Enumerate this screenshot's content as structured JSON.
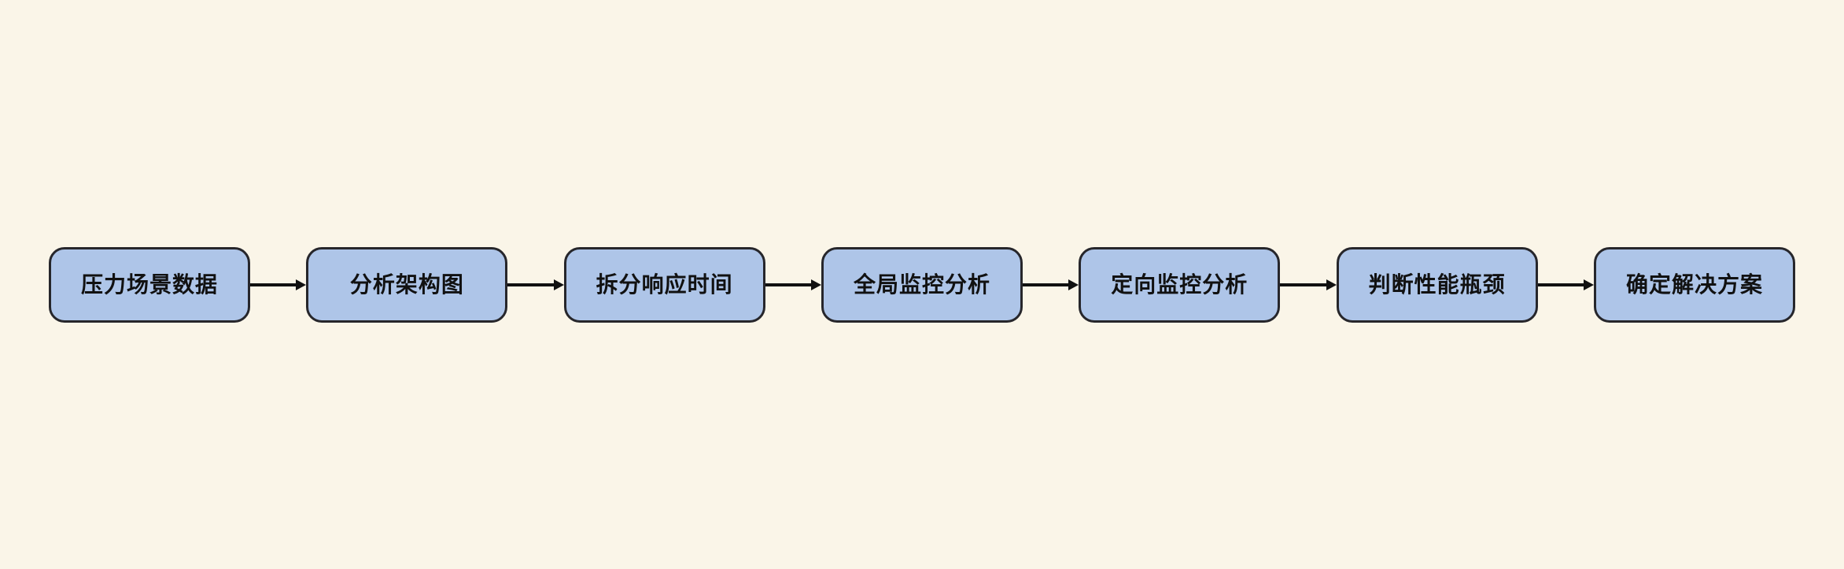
{
  "theme": {
    "background": "#faf5e8",
    "node-fill": "#aec5e8",
    "node-border": "#26262b",
    "arrow-color": "#111111",
    "text-color": "#111111"
  },
  "flow": {
    "type": "flowchart",
    "direction": "left-to-right",
    "nodes": [
      {
        "label": "压力场景数据"
      },
      {
        "label": "分析架构图"
      },
      {
        "label": "拆分响应时间"
      },
      {
        "label": "全局监控分析"
      },
      {
        "label": "定向监控分析"
      },
      {
        "label": "判断性能瓶颈"
      },
      {
        "label": "确定解决方案"
      }
    ],
    "connections": [
      {
        "from": 0,
        "to": 1
      },
      {
        "from": 1,
        "to": 2
      },
      {
        "from": 2,
        "to": 3
      },
      {
        "from": 3,
        "to": 4
      },
      {
        "from": 4,
        "to": 5
      },
      {
        "from": 5,
        "to": 6
      }
    ]
  }
}
